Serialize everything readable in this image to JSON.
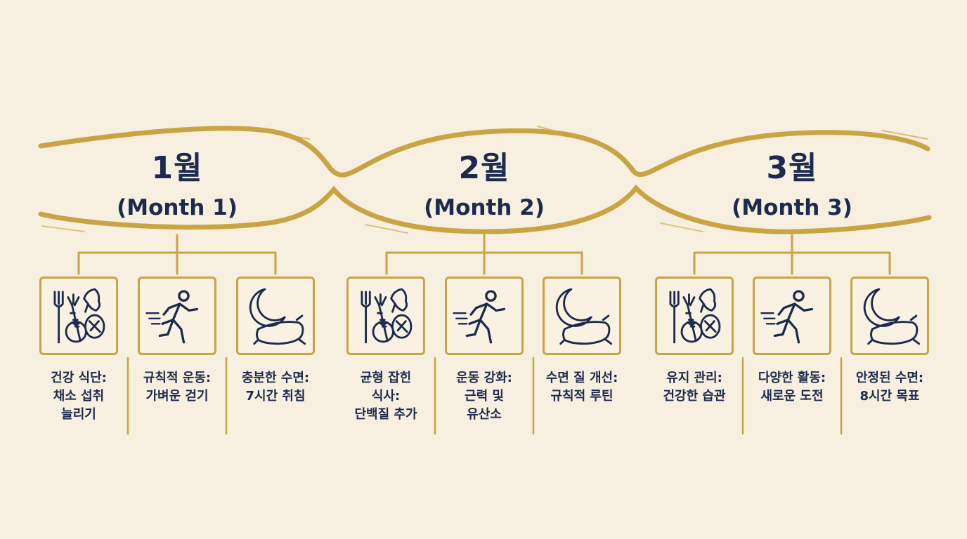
{
  "months": [
    {
      "title_ko": "1월",
      "title_en": "(Month 1)",
      "items": [
        {
          "icon": "food-icon",
          "lines": [
            "건강 식단:",
            "채소 섭취",
            "늘리기"
          ]
        },
        {
          "icon": "running-person-icon",
          "lines": [
            "규칙적 운동:",
            "가벼운 걷기"
          ]
        },
        {
          "icon": "moon-pillow-icon",
          "lines": [
            "충분한 수면:",
            "7시간 취침"
          ]
        }
      ]
    },
    {
      "title_ko": "2월",
      "title_en": "(Month 2)",
      "items": [
        {
          "icon": "food-icon",
          "lines": [
            "균형 잡힌",
            "식사:",
            "단백질 추가"
          ]
        },
        {
          "icon": "running-person-icon",
          "lines": [
            "운동 강화:",
            "근력 및",
            "유산소"
          ]
        },
        {
          "icon": "moon-pillow-icon",
          "lines": [
            "수면 질 개선:",
            "규칙적 루틴"
          ]
        }
      ]
    },
    {
      "title_ko": "3월",
      "title_en": "(Month 3)",
      "items": [
        {
          "icon": "food-icon",
          "lines": [
            "유지 관리:",
            "건강한 습관"
          ]
        },
        {
          "icon": "running-person-icon",
          "lines": [
            "다양한 활동:",
            "새로운 도전"
          ]
        },
        {
          "icon": "moon-pillow-icon",
          "lines": [
            "안정된 수면:",
            "8시간 목표"
          ]
        }
      ]
    }
  ],
  "colors": {
    "background": "#f7f0e0",
    "gold": "#c9a444",
    "navy": "#1c2a4e"
  }
}
